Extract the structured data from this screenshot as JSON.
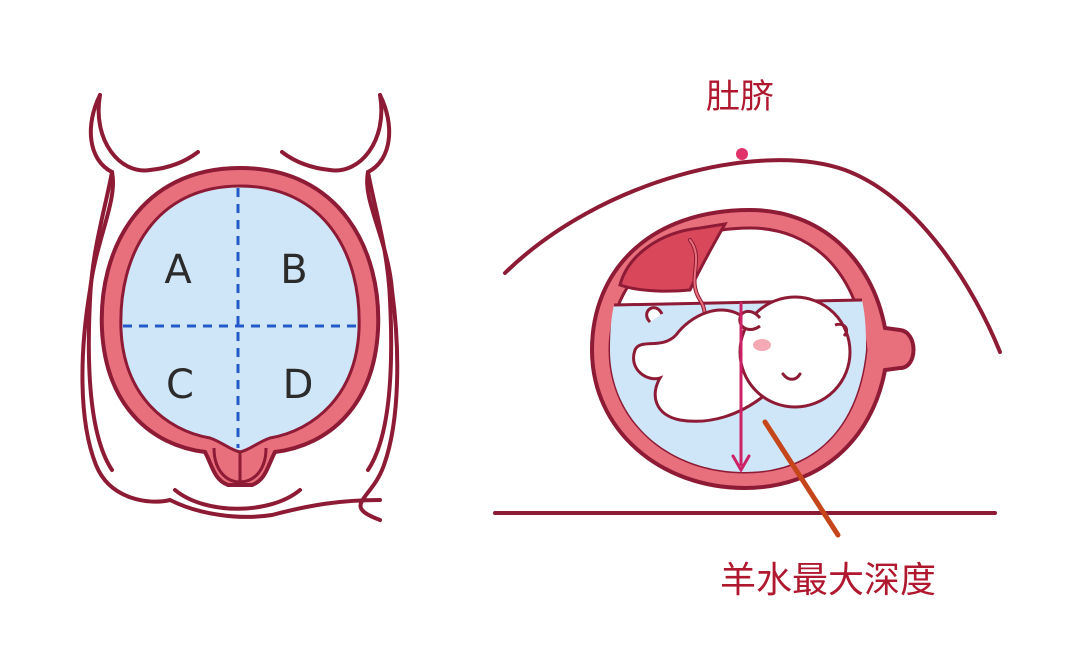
{
  "left_panel": {
    "quadrants": {
      "a": "A",
      "b": "B",
      "c": "C",
      "d": "D"
    }
  },
  "right_panel": {
    "navel_label": "肚脐",
    "depth_label": "羊水最大深度"
  },
  "colors": {
    "outline": "#8e1b35",
    "uterus_wall": "#e86f7c",
    "amniotic_fluid": "#cfe6f8",
    "placenta": "#d9475b",
    "quadrant_lines": "#2459c9",
    "skin": "#ffffff",
    "measure_line": "#cc2266",
    "pointer_line": "#c6461b",
    "navel_dot": "#e0336a",
    "label_text": "#b0182f"
  }
}
